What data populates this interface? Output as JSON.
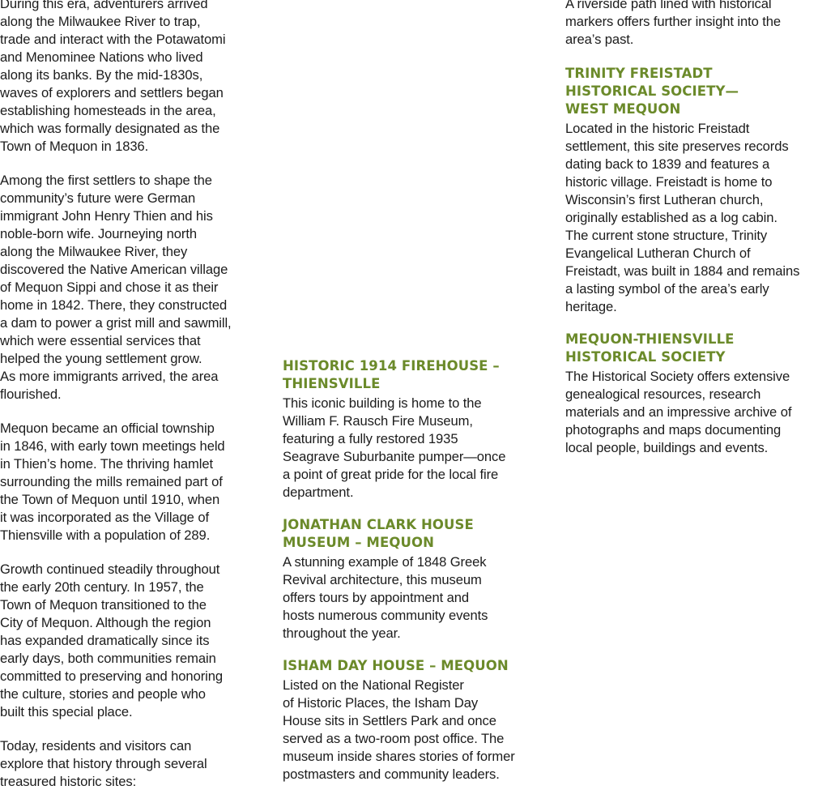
{
  "colors": {
    "heading_green": "#6b8a2a",
    "body_text": "#1c1c1c"
  },
  "column1": {
    "paragraphs": [
      "During this era, adventurers arrived\nalong the Milwaukee River to trap,\ntrade and interact with the Potawatomi\nand Menominee Nations who lived\nalong its banks. By the mid-1830s,\nwaves of explorers and settlers began\nestablishing homesteads in the area,\nwhich was formally designated as the\nTown of Mequon in 1836.",
      "Among the first settlers to shape the\ncommunity’s future were German\nimmigrant John Henry Thien and his\nnoble-born wife. Journeying north\nalong the Milwaukee River, they\ndiscovered the Native American village\nof Mequon Sippi and chose it as their\nhome in 1842. There, they constructed\na dam to power a grist mill and sawmill,\nwhich were essential services that\nhelped the young settlement grow.\nAs more immigrants arrived, the area\nflourished.",
      "Mequon became an official township\nin 1846, with early town meetings held\nin Thien’s home. The thriving hamlet\nsurrounding the mills remained part of\nthe Town of Mequon until 1910, when\nit was incorporated as the Village of\nThiensville with a population of 289.",
      "Growth continued steadily throughout\nthe early 20th century. In 1957, the\nTown of Mequon transitioned to the\nCity of Mequon. Although the region\nhas expanded dramatically since its\nearly days, both communities remain\ncommitted to preserving and honoring\nthe culture, stories and people who\nbuilt this special place.",
      "Today, residents and visitors can\nexplore that history through several\ntreasured historic sites:"
    ]
  },
  "column2": {
    "sites": [
      {
        "heading": "HISTORIC 1914 FIREHOUSE –\nTHIENSVILLE",
        "body": "This iconic building is home to the\nWilliam F. Rausch Fire Museum,\nfeaturing a fully restored 1935\nSeagrave Suburbanite pumper—once\na point of great pride for the local fire\ndepartment."
      },
      {
        "heading": "JONATHAN CLARK HOUSE\nMUSEUM – MEQUON",
        "body": "A stunning example of 1848 Greek\nRevival architecture, this museum\noffers tours by appointment and\nhosts numerous community events\nthroughout the year."
      },
      {
        "heading": "ISHAM DAY HOUSE – MEQUON",
        "body": "Listed on the National Register\nof Historic Places, the Isham Day\nHouse sits in Settlers Park and once\nserved as a two-room post office. The\nmuseum inside shares stories of former\npostmasters and community leaders."
      }
    ]
  },
  "column3": {
    "intro": "A riverside path lined with historical\nmarkers offers further insight into the\narea’s past.",
    "sites": [
      {
        "heading": "TRINITY FREISTADT\nHISTORICAL SOCIETY—\nWEST MEQUON",
        "body": "Located in the historic Freistadt\nsettlement, this site preserves records\ndating back to 1839 and features a\nhistoric village. Freistadt is home to\nWisconsin’s first Lutheran church,\noriginally established as a log cabin.\nThe current stone structure, Trinity\nEvangelical Lutheran Church of\nFreistadt, was built in 1884 and remains\na lasting symbol of the area’s early\nheritage."
      },
      {
        "heading": "MEQUON-THIENSVILLE\nHISTORICAL SOCIETY",
        "body": "The Historical Society offers extensive\ngenealogical resources, research\nmaterials and an impressive archive of\nphotographs and maps documenting\nlocal people, buildings and events."
      }
    ]
  }
}
